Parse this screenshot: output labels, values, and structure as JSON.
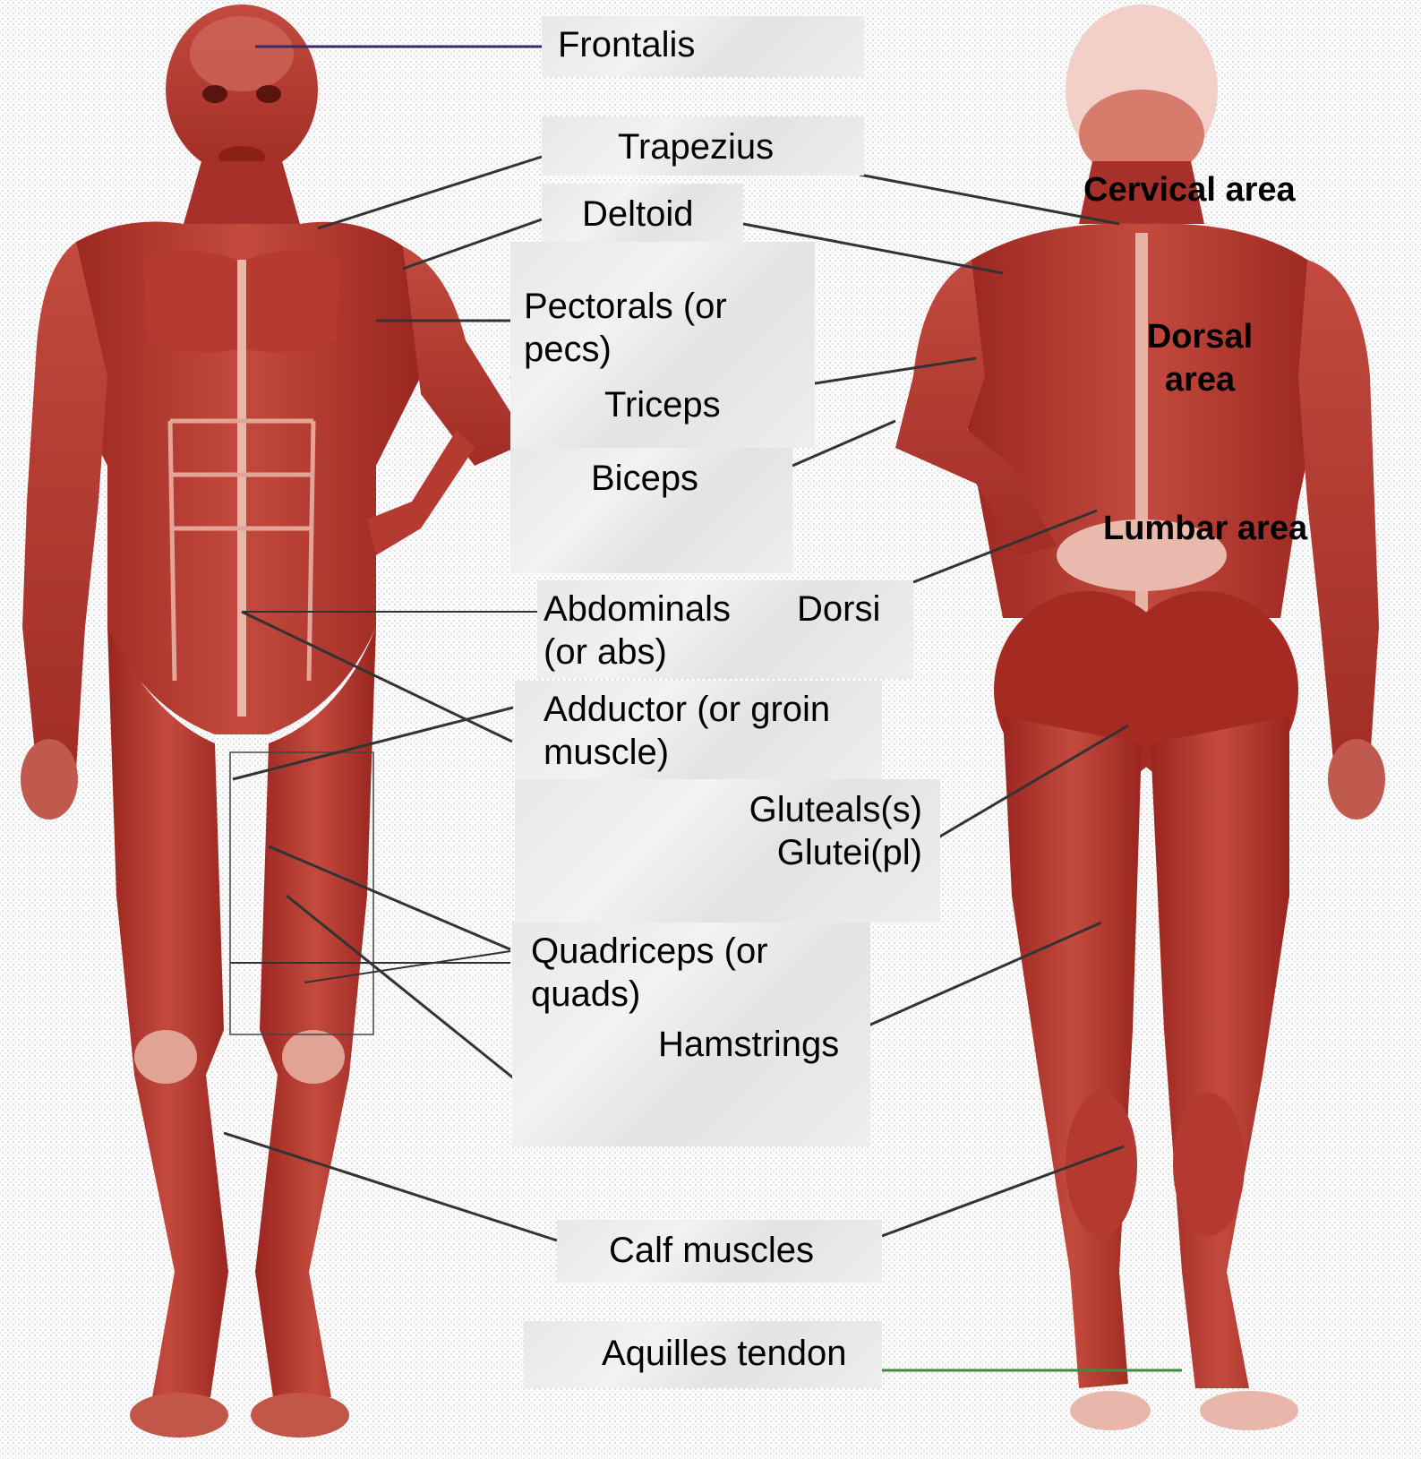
{
  "labels": {
    "frontalis": "Frontalis",
    "trapezius": "Trapezius",
    "deltoid": "Deltoid",
    "pectorals_line1": "Pectorals (or",
    "pectorals_line2": "pecs)",
    "triceps": "Triceps",
    "biceps": "Biceps",
    "abdominals_line1": "Abdominals",
    "abdominals_line2": "(or abs)",
    "dorsi": "Dorsi",
    "adductor_line1": "Adductor (or groin",
    "adductor_line2": "muscle)",
    "gluteals_line1": "Gluteals(s)",
    "gluteals_line2": "Glutei(pl)",
    "quadriceps_line1": "Quadriceps (or",
    "quadriceps_line2": "quads)",
    "hamstrings": "Hamstrings",
    "calf_muscles": "Calf muscles",
    "achilles": "Aquilles tendon",
    "cervical_area": "Cervical area",
    "dorsal_area_line1": "Dorsal",
    "dorsal_area_line2": "area",
    "lumbar_area": "Lumbar area"
  },
  "colors": {
    "muscle_red": "#b8342c",
    "muscle_dark": "#8e211c",
    "tendon_light": "#e9b7aa",
    "leader_line": "#333333",
    "frontalis_line": "#3a2a6a",
    "achilles_line": "#3f8a3f"
  }
}
